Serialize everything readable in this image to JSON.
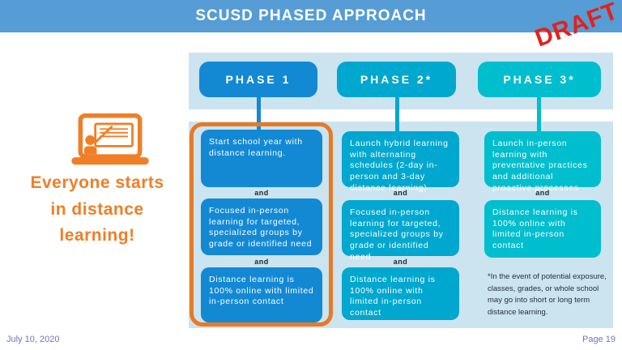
{
  "header": {
    "title": "SCUSD PHASED APPROACH",
    "draft_label": "DRAFT"
  },
  "left_panel": {
    "icon": "presentation-screen-icon",
    "message_lines": [
      "Everyone starts",
      "in distance",
      "learning!"
    ]
  },
  "labels": {
    "and": "and"
  },
  "phases": [
    {
      "label": "PHASE 1",
      "highlighted": true,
      "color": "#1389D4",
      "boxes": [
        "Start school year with distance learning.",
        "Focused in-person learning for targeted, specialized groups by grade or identified need",
        "Distance learning is 100% online with limited in-person contact"
      ]
    },
    {
      "label": "PHASE 2*",
      "highlighted": false,
      "color": "#00A7CE",
      "boxes": [
        "Launch hybrid learning with alternating schedules (2-day in-person and 3-day distance learning)",
        "Focused in-person learning for targeted, specialized groups by grade or identified need",
        "Distance learning is 100% online with limited in-person contact"
      ]
    },
    {
      "label": "PHASE 3*",
      "highlighted": false,
      "color": "#00BECE",
      "boxes": [
        "Launch in-person learning with preventative practices and additional proactive processes",
        "Distance learning is 100% online with limited in-person contact"
      ]
    }
  ],
  "footnote": "*In the event of potential exposure, classes, grades, or whole school may go into short or long term distance learning.",
  "footer": {
    "date": "July 10, 2020",
    "page": "Page 19"
  },
  "colors": {
    "header_bar": "#569CD5",
    "phase1_blue": "#1389D4",
    "phase2_teal": "#00A7CE",
    "phase3_cyan": "#00BECE",
    "panel_background": "#CBE4F0",
    "highlight_orange": "#E87A24",
    "draft_red": "#E3211A",
    "footer_text": "#6E76BA"
  }
}
